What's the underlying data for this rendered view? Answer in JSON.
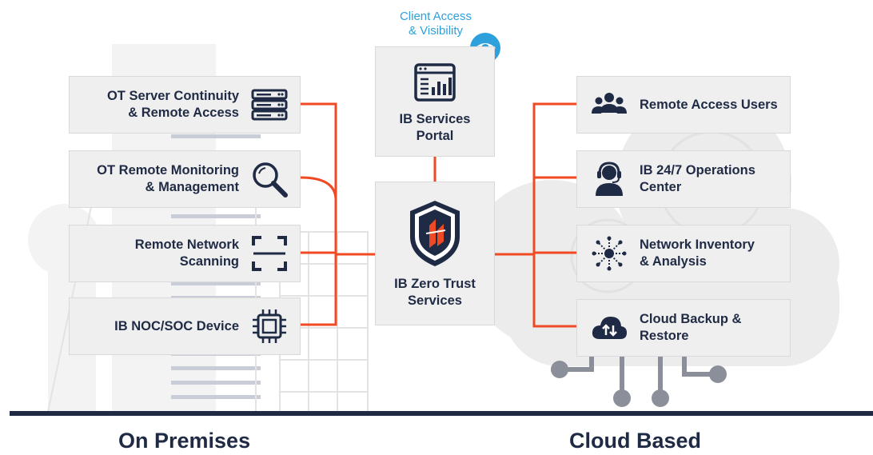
{
  "colors": {
    "accent": "#ef4a23",
    "navy": "#1f2a44",
    "client_blue": "#2ea0dc",
    "box_bg": "#efefef"
  },
  "client_access": {
    "text": "Client Access\n& Visibility",
    "icon": "eye-icon"
  },
  "portal": {
    "label": "IB Services\nPortal",
    "icon": "dashboard-chart-icon"
  },
  "zero_trust": {
    "label": "IB Zero Trust\nServices",
    "icon": "shield-logo-icon"
  },
  "on_premises": {
    "title": "On Premises",
    "items": [
      {
        "label": "OT Server Continuity\n& Remote Access",
        "icon": "server-rack-icon"
      },
      {
        "label": "OT Remote Monitoring\n& Management",
        "icon": "magnifier-icon"
      },
      {
        "label": "Remote Network\nScanning",
        "icon": "scan-frame-icon"
      },
      {
        "label": "IB NOC/SOC Device",
        "icon": "chip-icon"
      }
    ]
  },
  "cloud_based": {
    "title": "Cloud Based",
    "items": [
      {
        "label": "Remote Access Users",
        "icon": "users-group-icon"
      },
      {
        "label": "IB 24/7 Operations\nCenter",
        "icon": "headset-operator-icon"
      },
      {
        "label": "Network Inventory\n& Analysis",
        "icon": "network-hub-icon"
      },
      {
        "label": "Cloud Backup &\nRestore",
        "icon": "cloud-sync-icon"
      }
    ]
  }
}
